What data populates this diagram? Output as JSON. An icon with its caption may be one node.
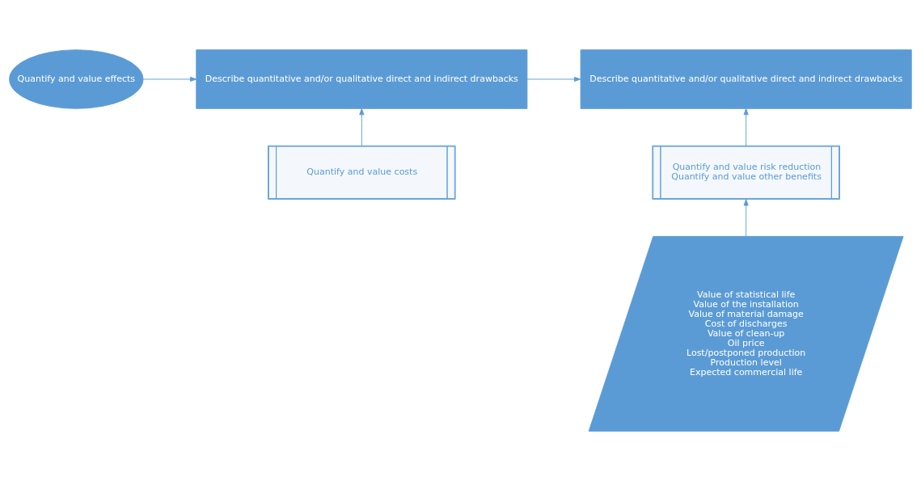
{
  "diagram": {
    "nodes": [
      {
        "text": [
          "Quantify and value effects"
        ]
      },
      {
        "text": [
          "Describe quantitative and/or qualitative direct and indirect drawbacks"
        ]
      },
      {
        "text": [
          "Describe quantitative and/or qualitative direct and indirect drawbacks"
        ]
      },
      {
        "text": [
          "Quantify and value costs"
        ]
      },
      {
        "text": [
          "Quantify and value risk reduction",
          "Quantify and value other benefits"
        ]
      },
      {
        "text": [
          "Value of statistical life",
          "Value of the installation",
          "Value of material damage",
          "Cost of discharges",
          "Value of clean-up",
          "Oil price",
          "Lost/postponed production",
          "Production level",
          "Expected commercial life"
        ]
      }
    ],
    "edges": [
      {
        "from": 0,
        "to": 1,
        "arrow": "to"
      },
      {
        "from": 1,
        "to": 2,
        "arrow": "to"
      },
      {
        "from": 3,
        "to": 1,
        "arrow": "to"
      },
      {
        "from": 4,
        "to": 2,
        "arrow": "to"
      },
      {
        "from": 5,
        "to": 4,
        "arrow": "to"
      }
    ]
  }
}
